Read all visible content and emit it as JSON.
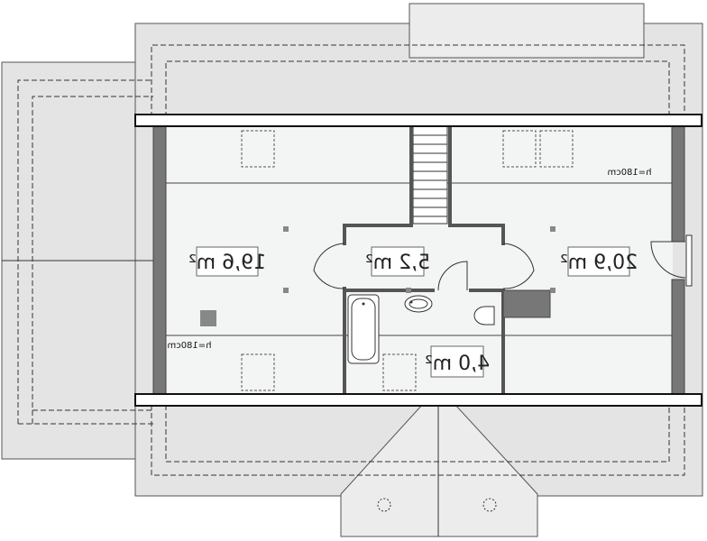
{
  "rooms": {
    "west_area": "19,6 m²",
    "hall_area": "5,2 m²",
    "east_area": "20,9 m²",
    "bath_area": "4,0 m²"
  },
  "height_labels": {
    "east": "h=180cm",
    "west": "h=180cm"
  },
  "colors": {
    "roof": "#e4e4e4",
    "room_floor": "#f3f5f4",
    "wall": "#777777",
    "beam": "#ffffff"
  }
}
